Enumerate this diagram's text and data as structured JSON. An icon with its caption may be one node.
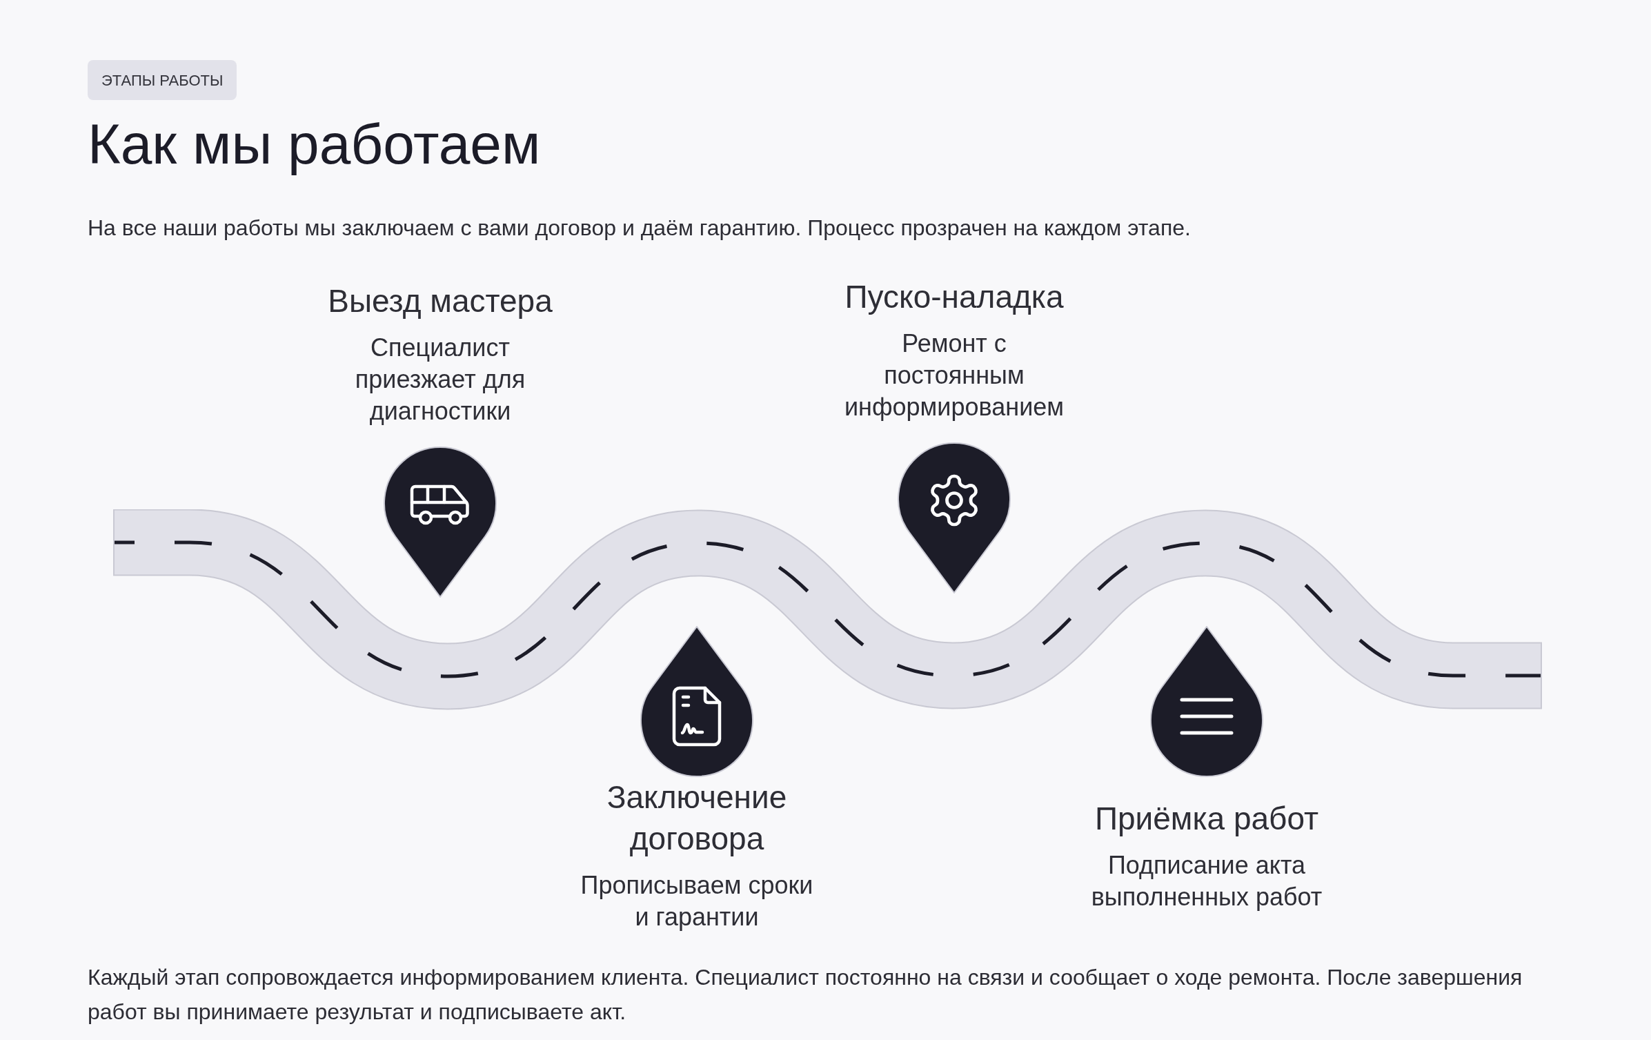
{
  "diagram": {
    "title": "Как мы работаем",
    "nodes": [
      {
        "text": [
          "Выезд мастера",
          "Специалист приезжает для диагностики"
        ]
      },
      {
        "text": [
          "Заключение договора",
          "Прописываем сроки и гарантии"
        ]
      },
      {
        "text": [
          "Пуско-наладка",
          "Ремонт с постоянным информированием"
        ]
      },
      {
        "text": [
          "Приёмка работ",
          "Подписание акта выполненных работ"
        ]
      }
    ],
    "labels": [
      "ЭТАПЫ РАБОТЫ",
      "На все наши работы мы заключаем с вами договор и даём гарантию. Процесс прозрачен на каждом этапе.",
      "Каждый этап сопровождается информированием клиента. Специалист постоянно на связи и сообщает о ходе ремонта. После завершения работ вы принимаете результат и подписываете акт."
    ]
  }
}
